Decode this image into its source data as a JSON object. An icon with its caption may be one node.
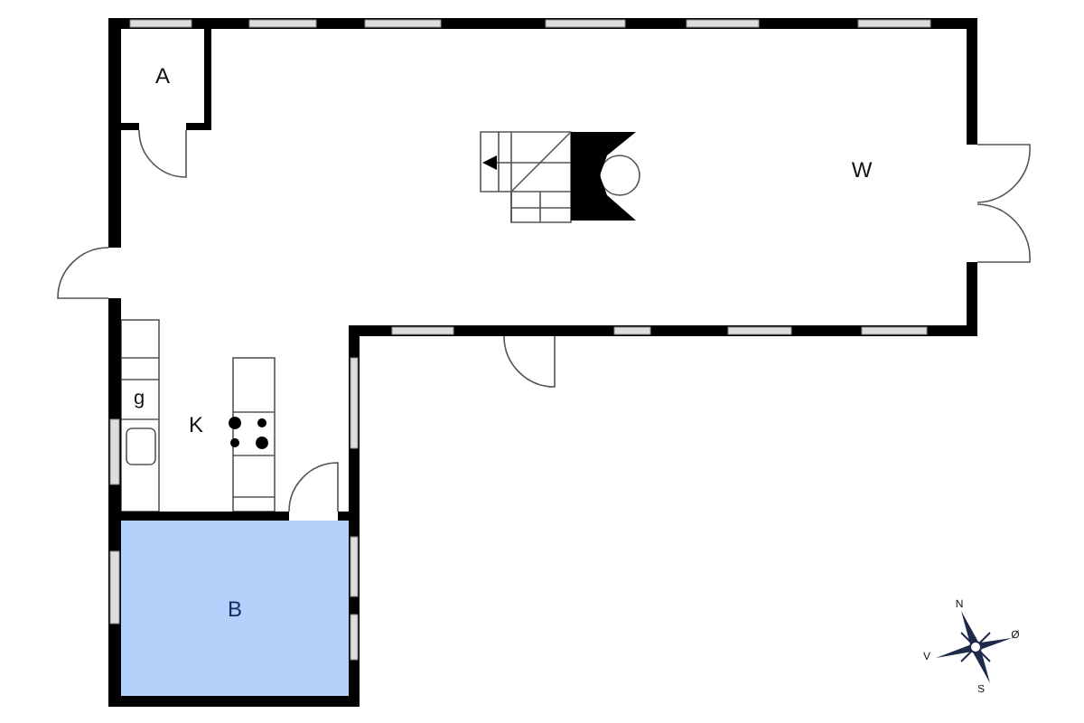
{
  "diagram": {
    "nodes": [
      {
        "text": [
          "A"
        ]
      },
      {
        "text": [
          "W"
        ]
      },
      {
        "text": [
          "K"
        ]
      },
      {
        "text": [
          "B"
        ]
      }
    ],
    "labels": [
      "g",
      "N",
      "Ø",
      "V",
      "S"
    ]
  }
}
